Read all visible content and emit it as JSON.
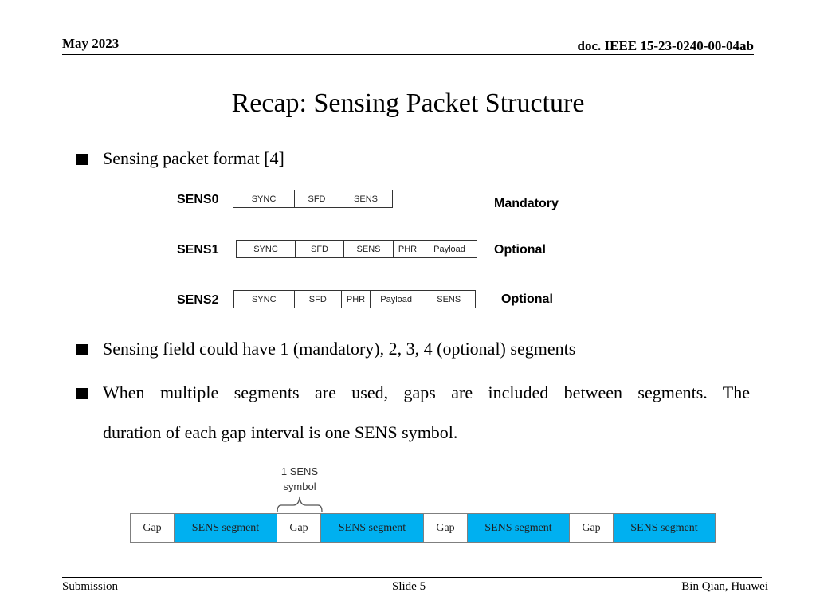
{
  "header": {
    "date": "May 2023",
    "doc_id": "doc. IEEE 15-23-0240-00-04ab"
  },
  "title": "Recap: Sensing Packet Structure",
  "bullets": [
    "Sensing packet format [4]",
    "Sensing field could have 1 (mandatory), 2, 3, 4 (optional) segments",
    "When multiple segments are used, gaps are included between segments. The",
    "duration of each gap interval is one SENS symbol."
  ],
  "packets": [
    {
      "label": "SENS0",
      "fields": [
        "SYNC",
        "SFD",
        "SENS"
      ],
      "note": "Mandatory"
    },
    {
      "label": "SENS1",
      "fields": [
        "SYNC",
        "SFD",
        "SENS",
        "PHR",
        "Payload"
      ],
      "note": "Optional"
    },
    {
      "label": "SENS2",
      "fields": [
        "SYNC",
        "SFD",
        "PHR",
        "Payload",
        "SENS"
      ],
      "note": "Optional"
    }
  ],
  "gap_diagram": {
    "brace_label_line1": "1 SENS",
    "brace_label_line2": "symbol",
    "segments": [
      "Gap",
      "SENS segment",
      "Gap",
      "SENS segment",
      "Gap",
      "SENS segment",
      "Gap",
      "SENS segment"
    ]
  },
  "colors": {
    "sens_segment": "#00b0f0"
  },
  "footer": {
    "left": "Submission",
    "center": "Slide 5",
    "right": "Bin Qian, Huawei"
  }
}
